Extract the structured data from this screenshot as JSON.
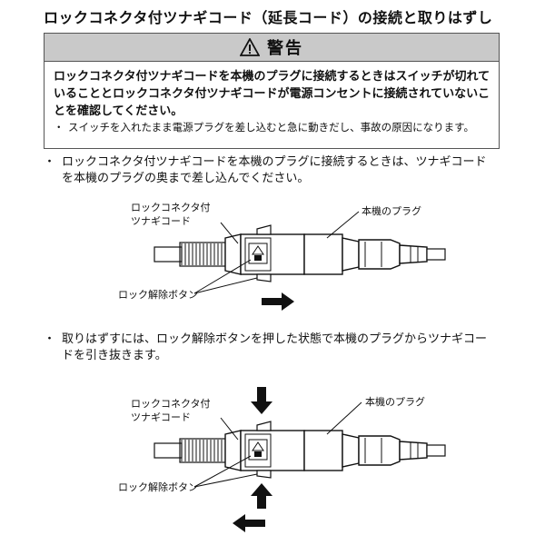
{
  "title": "ロックコネクタ付ツナギコード（延長コード）の接続と取りはずし",
  "warning": {
    "header": "警告",
    "main_text": "ロックコネクタ付ツナギコードを本機のプラグに接続するときはスイッチが切れていることとロックコネクタ付ツナギコードが電源コンセントに接続されていないことを確認してください。",
    "note_bullet": "・",
    "note_text": "スイッチを入れたまま電源プラグを差し込むと急に動きだし、事故の原因になります。"
  },
  "section1": {
    "bullet": "・",
    "text": "ロックコネクタ付ツナギコードを本機のプラグに接続するときは、ツナギコードを本機のプラグの奥まで差し込んでください。",
    "label_cord_line1": "ロックコネクタ付",
    "label_cord_line2": "ツナギコード",
    "label_plug": "本機のプラグ",
    "label_release": "ロック解除ボタン"
  },
  "section2": {
    "bullet": "・",
    "text": "取りはずすには、ロック解除ボタンを押した状態で本機のプラグからツナギコードを引き抜きます。",
    "label_cord_line1": "ロックコネクタ付",
    "label_cord_line2": "ツナギコード",
    "label_plug": "本機のプラグ",
    "label_release": "ロック解除ボタン"
  }
}
